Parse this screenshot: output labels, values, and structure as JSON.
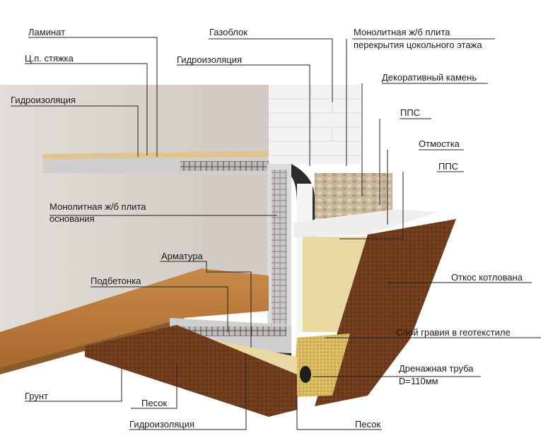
{
  "labels": {
    "laminate": "Ламинат",
    "screed": "Ц.п. стяжка",
    "waterproof_left": "Гидроизоляция",
    "gasblock": "Газоблок",
    "waterproof_top": "Гидроизоляция",
    "slab_top_line1": "Монолитная ж/б плита",
    "slab_top_line2": "перекрытия цокольного этажа",
    "deco_stone": "Декоративный камень",
    "pps_top": "ППС",
    "blind_area": "Отмостка",
    "pps_mid": "ППС",
    "slab_base_line1": "Монолитная ж/б плита",
    "slab_base_line2": "основания",
    "rebar": "Арматура",
    "concrete_prep": "Подбетонка",
    "pit_slope": "Откос котлована",
    "gravel": "Слой гравия в геотекстиле",
    "drain_line1": "Дренажная труба",
    "drain_line2": "D=110мм",
    "ground": "Грунт",
    "sand_left": "Песок",
    "waterproof_bottom": "Гидроизоляция",
    "sand_right": "Песок"
  },
  "colors": {
    "wall": "#dcd6d1",
    "floor_wood": "#b8783a",
    "soil": "#6e3b1c",
    "sand": "#e8d9a4",
    "insulation": "#f4f4f2",
    "concrete": "#cfcfcf",
    "stone": "#c9b79c",
    "gravel": "#d7b860",
    "leader": "#222222"
  }
}
